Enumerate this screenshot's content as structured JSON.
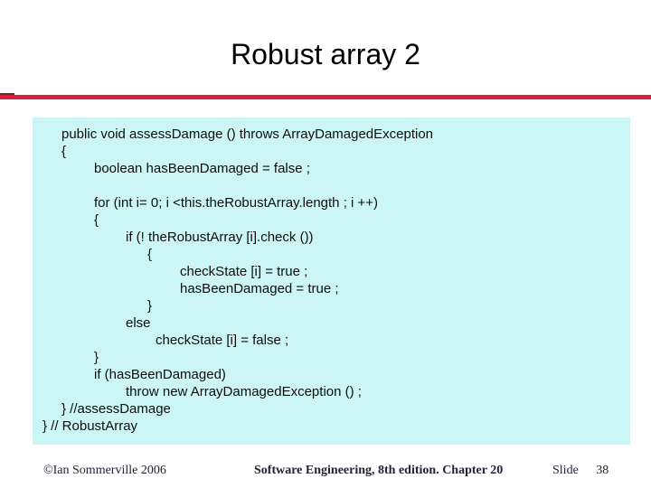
{
  "slide": {
    "title": "Robust array 2",
    "colors": {
      "accent_rule": "#dc1e3c",
      "accent_rule_shadow": "#8e1a2e",
      "code_panel_background": "#ccf6f6",
      "text": "#0d0d0d"
    },
    "code_panel": {
      "lines": [
        {
          "indent": 32,
          "text": "public void assessDamage () throws ArrayDamagedException"
        },
        {
          "indent": 32,
          "text": "{"
        },
        {
          "indent": 68,
          "text": "boolean hasBeenDamaged = false ;"
        },
        {
          "indent": 0,
          "text": ""
        },
        {
          "indent": 68,
          "text": "for (int i= 0; i <this.theRobustArray.length ; i ++)"
        },
        {
          "indent": 68,
          "text": "{"
        },
        {
          "indent": 103,
          "text": "if (! theRobustArray [i].check ())"
        },
        {
          "indent": 127,
          "text": "{"
        },
        {
          "indent": 163,
          "text": "checkState [i] = true ;"
        },
        {
          "indent": 163,
          "text": "hasBeenDamaged = true ;"
        },
        {
          "indent": 127,
          "text": "}"
        },
        {
          "indent": 103,
          "text": "else"
        },
        {
          "indent": 136,
          "text": "checkState [i] = false ;"
        },
        {
          "indent": 68,
          "text": "}"
        },
        {
          "indent": 68,
          "text": "if (hasBeenDamaged)"
        },
        {
          "indent": 103,
          "text": "throw new ArrayDamagedException () ;"
        },
        {
          "indent": 32,
          "text": "} //assessDamage"
        },
        {
          "indent": 11,
          "text": "} // RobustArray"
        }
      ]
    },
    "footer": {
      "left": "©Ian Sommerville 2006",
      "center": "Software Engineering, 8th edition. Chapter 20",
      "right": "Slide 38"
    }
  }
}
